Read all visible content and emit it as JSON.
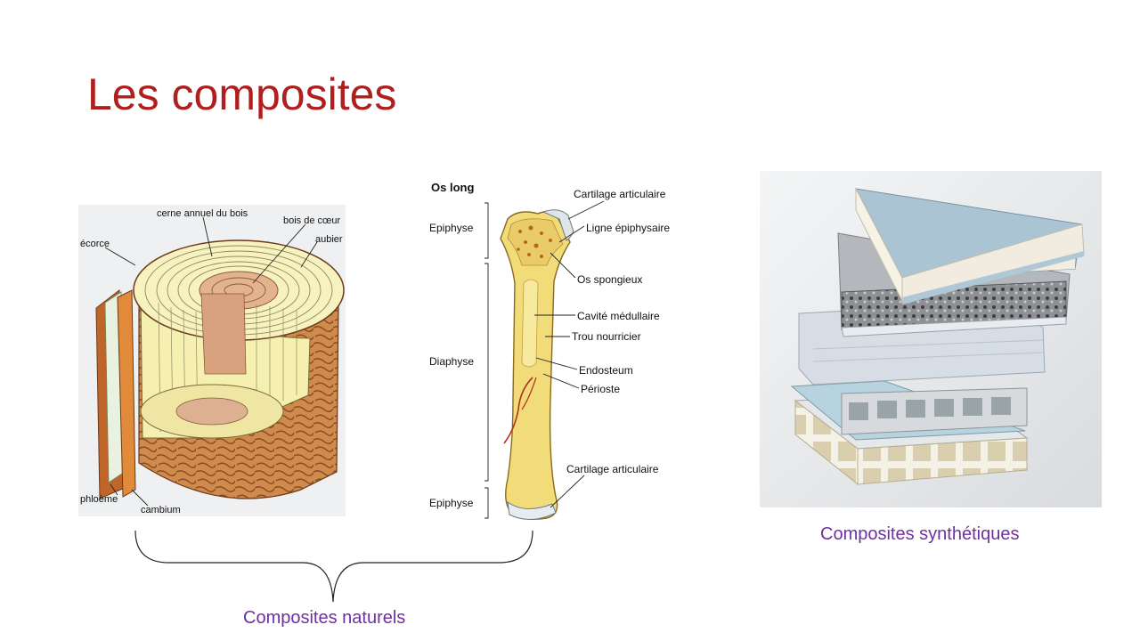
{
  "slide": {
    "title": "Les composites",
    "caption_natural": "Composites naturels",
    "caption_synthetic": "Composites synthétiques"
  },
  "wood": {
    "labels": {
      "ring": "cerne annuel du bois",
      "heartwood": "bois de cœur",
      "sapwood": "aubier",
      "bark": "écorce",
      "phloem": "phloème",
      "cambium": "cambium"
    }
  },
  "bone": {
    "title": "Os long",
    "labels": {
      "epiphysis_top": "Epiphyse",
      "diaphysis": "Diaphyse",
      "epiphysis_bottom": "Epiphyse",
      "cartilage_top": "Cartilage articulaire",
      "epiphyseal_line": "Ligne épiphysaire",
      "spongy_bone": "Os spongieux",
      "medullary_cavity": "Cavité médullaire",
      "nutrient_foramen": "Trou nourricier",
      "endosteum": "Endosteum",
      "periosteum": "Périoste",
      "cartilage_bottom": "Cartilage articulaire"
    }
  },
  "colors": {
    "title": "#b01e1e",
    "caption": "#7030a0",
    "wood_light": "#f5efb0",
    "wood_heart": "#d8a27e",
    "bark": "#cf8a4e",
    "bone": "#f2dc7a"
  }
}
